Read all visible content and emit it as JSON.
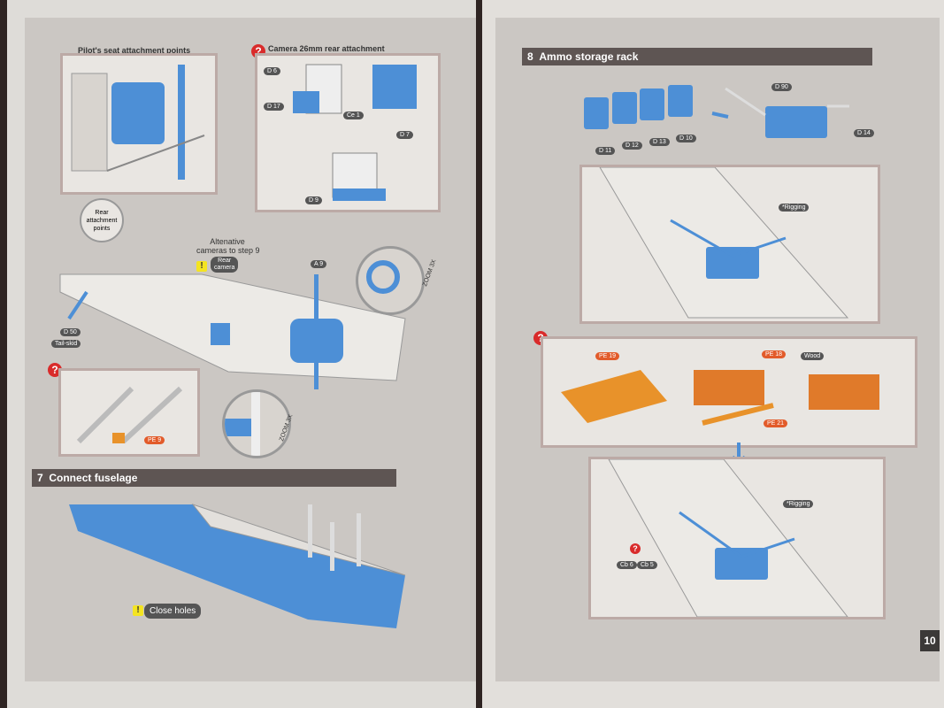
{
  "left_page": {
    "seat_title": "Pilot's seat attachment points",
    "rear_attachment": [
      "Rear",
      "attachment",
      "points"
    ],
    "camera_title": "Camera 26mm rear attachment",
    "camera_parts": [
      "D 6",
      "D 17",
      "Ce 1",
      "D 7",
      "D 9"
    ],
    "alt_cameras": [
      "Altenative",
      "cameras to step 9"
    ],
    "rear_camera": [
      "Rear",
      "camera"
    ],
    "fuselage_parts": [
      "A 9",
      "D 50",
      "Tail-skid"
    ],
    "zoom": "ZOOM 3X",
    "pe_small": "PE 9",
    "step7": {
      "num": "7",
      "title": "Connect fuselage"
    },
    "close_holes": "Close holes"
  },
  "right_page": {
    "step8": {
      "num": "8",
      "title": "Ammo storage rack"
    },
    "ammo_parts": [
      "D 11",
      "D 12",
      "D 13",
      "D 10",
      "D 90",
      "D 14"
    ],
    "rigging": "*Rigging",
    "pe_parts": [
      "PE 19",
      "PE 18",
      "PE 21"
    ],
    "wood": "Wood",
    "bottom_parts": [
      "Cb 6",
      "Cb 5"
    ],
    "page_number": "10"
  },
  "colors": {
    "accent_blue": "#4d8fd6",
    "pe_orange": "#e8922a",
    "step_bar": "#5e5553",
    "question_red": "#d92b2b"
  }
}
